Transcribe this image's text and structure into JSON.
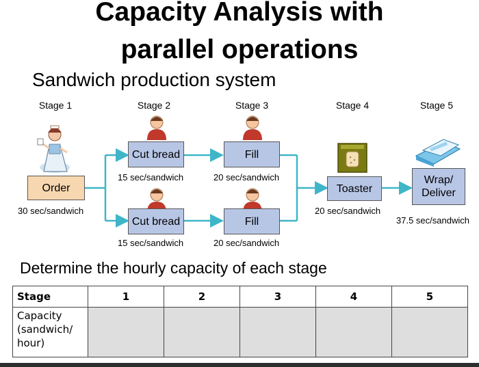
{
  "title_line1": "Capacity Analysis with",
  "title_line2": "parallel operations",
  "subtitle": "Sandwich production system",
  "stages": [
    "Stage 1",
    "Stage 2",
    "Stage 3",
    "Stage 4",
    "Stage 5"
  ],
  "boxes": {
    "order": "Order",
    "cut_bread_top": "Cut bread",
    "fill_top": "Fill",
    "cut_bread_bottom": "Cut bread",
    "fill_bottom": "Fill",
    "toaster": "Toaster",
    "wrap_deliver": "Wrap/ Deliver"
  },
  "rates": {
    "order": "30 sec/sandwich",
    "cut_bread_top": "15 sec/sandwich",
    "fill_top": "20 sec/sandwich",
    "cut_bread_bottom": "15 sec/sandwich",
    "fill_bottom": "20 sec/sandwich",
    "toaster": "20 sec/sandwich",
    "wrap_deliver": "37.5 sec/sandwich"
  },
  "question": "Determine the hourly capacity of each stage",
  "table": {
    "header": [
      "Stage",
      "1",
      "2",
      "3",
      "4",
      "5"
    ],
    "row_label": "Capacity (sandwich/ hour)"
  },
  "colors": {
    "arrow": "#3fb6c8",
    "process_box": "#b8c6e6",
    "order_box": "#f7d7b0"
  },
  "icons": [
    "waitress-icon",
    "worker-icon",
    "toaster-icon",
    "wrap-machine-icon"
  ]
}
